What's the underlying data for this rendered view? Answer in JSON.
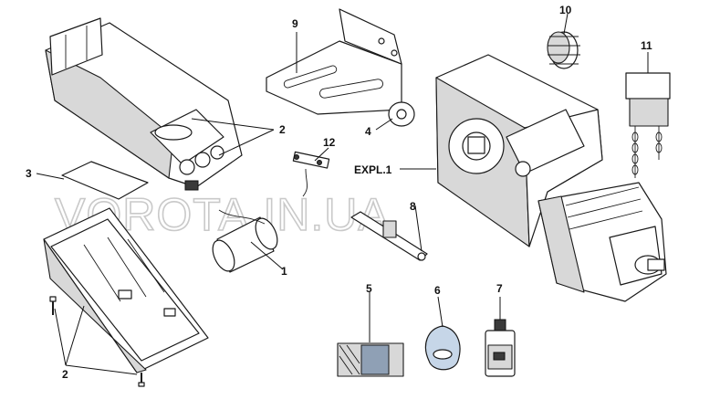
{
  "watermark": "VOROTA.IN.UA",
  "labels": {
    "p1": "1",
    "p2a": "2",
    "p2b": "2",
    "p3": "3",
    "p4": "4",
    "p5": "5",
    "p6": "6",
    "p7": "7",
    "p8": "8",
    "p9": "9",
    "p10": "10",
    "p11": "11",
    "p12": "12",
    "expl": "EXPL.1"
  },
  "colors": {
    "line": "#1a1a1a",
    "shade": "#d8d8d8",
    "watermark": "#c9c9c9"
  }
}
